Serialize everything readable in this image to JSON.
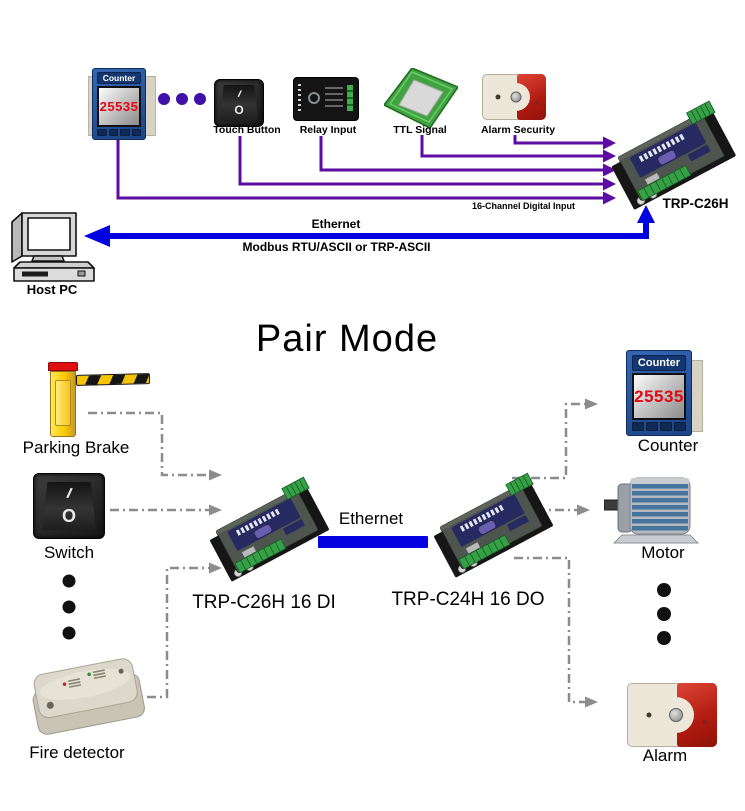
{
  "colors": {
    "purple_line": "#5c0ca2",
    "purple_dot": "#4010a8",
    "blue": "#0202e0",
    "gray_line": "#8c8c8c",
    "black_dot": "#111111",
    "counter_value_red": "#e30613",
    "ethernet_bar": "#0202e0"
  },
  "top": {
    "counter": {
      "title": "Counter",
      "value": "25535"
    },
    "touch_button": {
      "label": "Touch Button",
      "on": "I",
      "off": "O"
    },
    "relay_input": {
      "label": "Relay Input"
    },
    "ttl_signal": {
      "label": "TTL Signal"
    },
    "alarm_security": {
      "label": "Alarm Security"
    },
    "converter": {
      "label": "TRP-C26H"
    },
    "bus_label": "16-Channel Digital Input",
    "ethernet": {
      "title": "Ethernet",
      "subtitle": "Modbus RTU/ASCII or TRP-ASCII"
    },
    "host_pc": {
      "label": "Host PC"
    }
  },
  "pair": {
    "title": "Pair Mode",
    "parking_brake": {
      "label": "Parking Brake"
    },
    "switch": {
      "label": "Switch",
      "on": "I",
      "off": "O"
    },
    "fire_detector": {
      "label": "Fire detector"
    },
    "di_converter": {
      "label": "TRP-C26H 16 DI"
    },
    "do_converter": {
      "label": "TRP-C24H 16 DO"
    },
    "ethernet": {
      "label": "Ethernet"
    },
    "counter": {
      "label": "Counter",
      "title": "Counter",
      "value": "25535"
    },
    "motor": {
      "label": "Motor"
    },
    "alarm": {
      "label": "Alarm"
    }
  }
}
